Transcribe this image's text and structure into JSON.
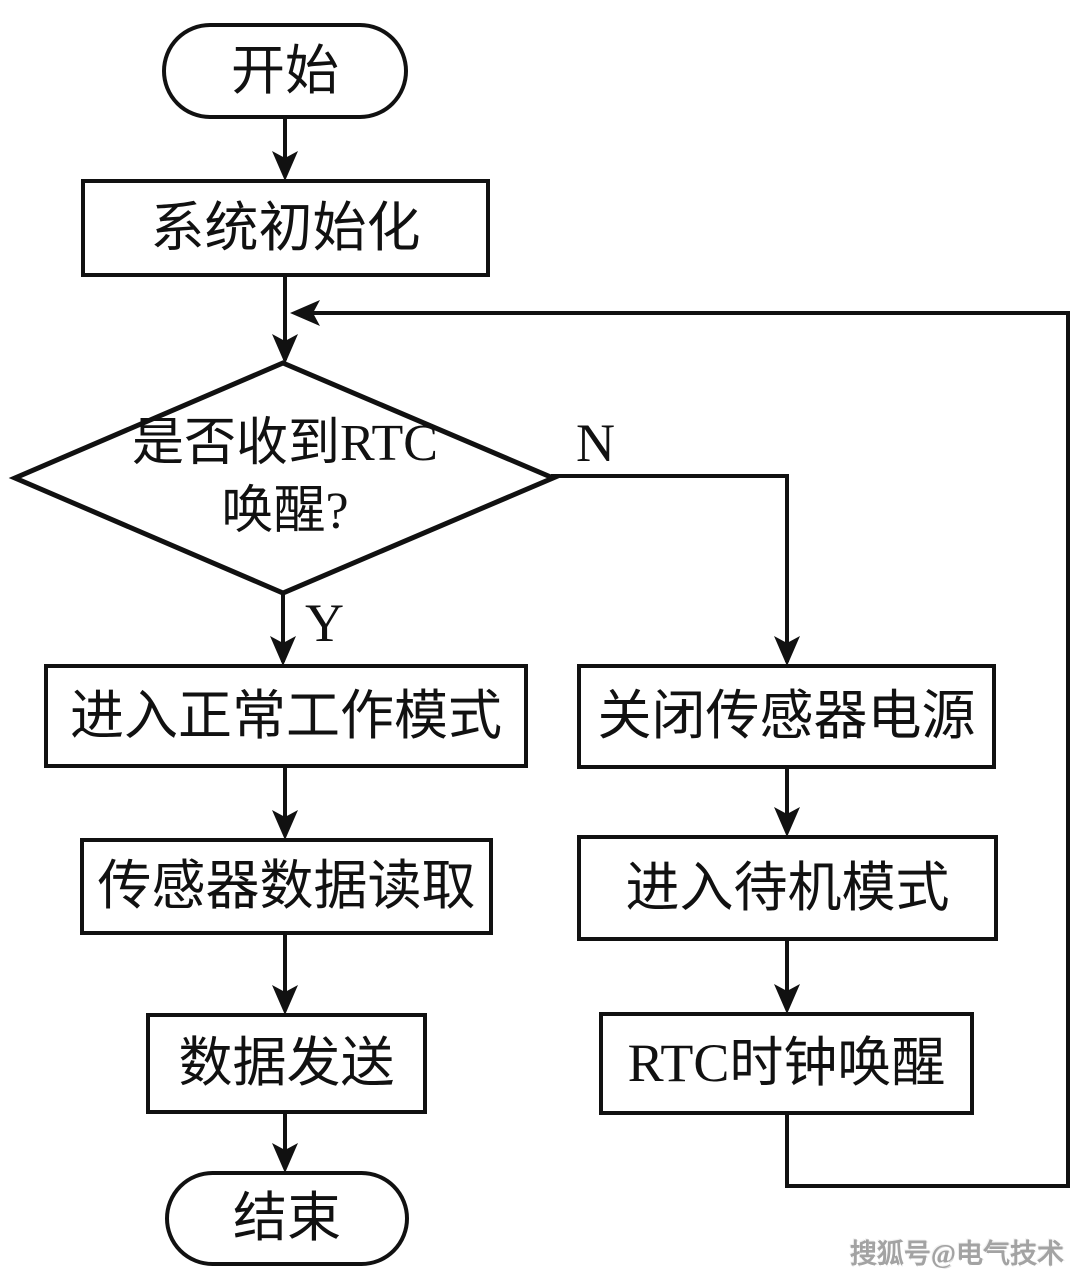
{
  "flowchart": {
    "nodes": {
      "start": {
        "type": "terminator",
        "label": "开始"
      },
      "init": {
        "type": "process",
        "label": "系统初始化"
      },
      "decision": {
        "type": "decision",
        "line1": "是否收到RTC",
        "line2": "唤醒?"
      },
      "normal": {
        "type": "process",
        "label": "进入正常工作模式"
      },
      "read": {
        "type": "process",
        "label": "传感器数据读取"
      },
      "send": {
        "type": "process",
        "label": "数据发送"
      },
      "end": {
        "type": "terminator",
        "label": "结束"
      },
      "off": {
        "type": "process",
        "label": "关闭传感器电源"
      },
      "standby": {
        "type": "process",
        "label": "进入待机模式"
      },
      "rtc": {
        "type": "process",
        "label": "RTC时钟唤醒"
      }
    },
    "branch_labels": {
      "yes": "Y",
      "no": "N"
    },
    "edges": [
      {
        "from": "start",
        "to": "init"
      },
      {
        "from": "init",
        "to": "decision"
      },
      {
        "from": "decision",
        "to": "normal",
        "label": "Y"
      },
      {
        "from": "decision",
        "to": "off",
        "label": "N"
      },
      {
        "from": "normal",
        "to": "read"
      },
      {
        "from": "read",
        "to": "send"
      },
      {
        "from": "send",
        "to": "end"
      },
      {
        "from": "off",
        "to": "standby"
      },
      {
        "from": "standby",
        "to": "rtc"
      },
      {
        "from": "rtc",
        "to": "decision",
        "note": "loop-back"
      }
    ],
    "colors": {
      "stroke": "#111111",
      "background": "#ffffff",
      "text": "#111111",
      "watermark": "#a3a3a3"
    }
  },
  "watermark": {
    "text": "搜狐号@电气技术"
  }
}
